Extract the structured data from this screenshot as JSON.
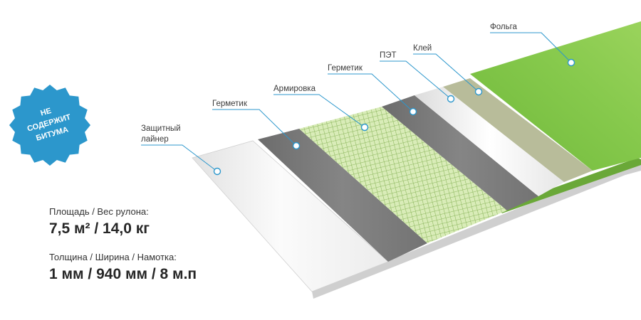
{
  "badge": {
    "lines": [
      "НЕ",
      "СОДЕРЖИТ",
      "БИТУМА"
    ],
    "color": "#2c97cc"
  },
  "layers": [
    {
      "label_lines": [
        "Защитный",
        "лайнер"
      ],
      "color": "#eeeeee"
    },
    {
      "label_lines": [
        "Герметик"
      ],
      "color": "#7a7a7a"
    },
    {
      "label_lines": [
        "Армировка"
      ],
      "color": "#d6eab2"
    },
    {
      "label_lines": [
        "Герметик"
      ],
      "color": "#7a7a7a"
    },
    {
      "label_lines": [
        "ПЭТ"
      ],
      "color": "#f2f2f2"
    },
    {
      "label_lines": [
        "Клей"
      ],
      "color": "#b9bd9c"
    },
    {
      "label_lines": [
        "Фольга"
      ],
      "color": "#7cc243"
    }
  ],
  "specs": {
    "area_weight_label": "Площадь / Вес рулона:",
    "area_weight_value": "7,5 м² / 14,0 кг",
    "dimensions_label": "Толщина / Ширина / Намотка:",
    "dimensions_value": "1 мм / 940 мм / 8 м.п"
  },
  "accent_color": "#2c97cc"
}
